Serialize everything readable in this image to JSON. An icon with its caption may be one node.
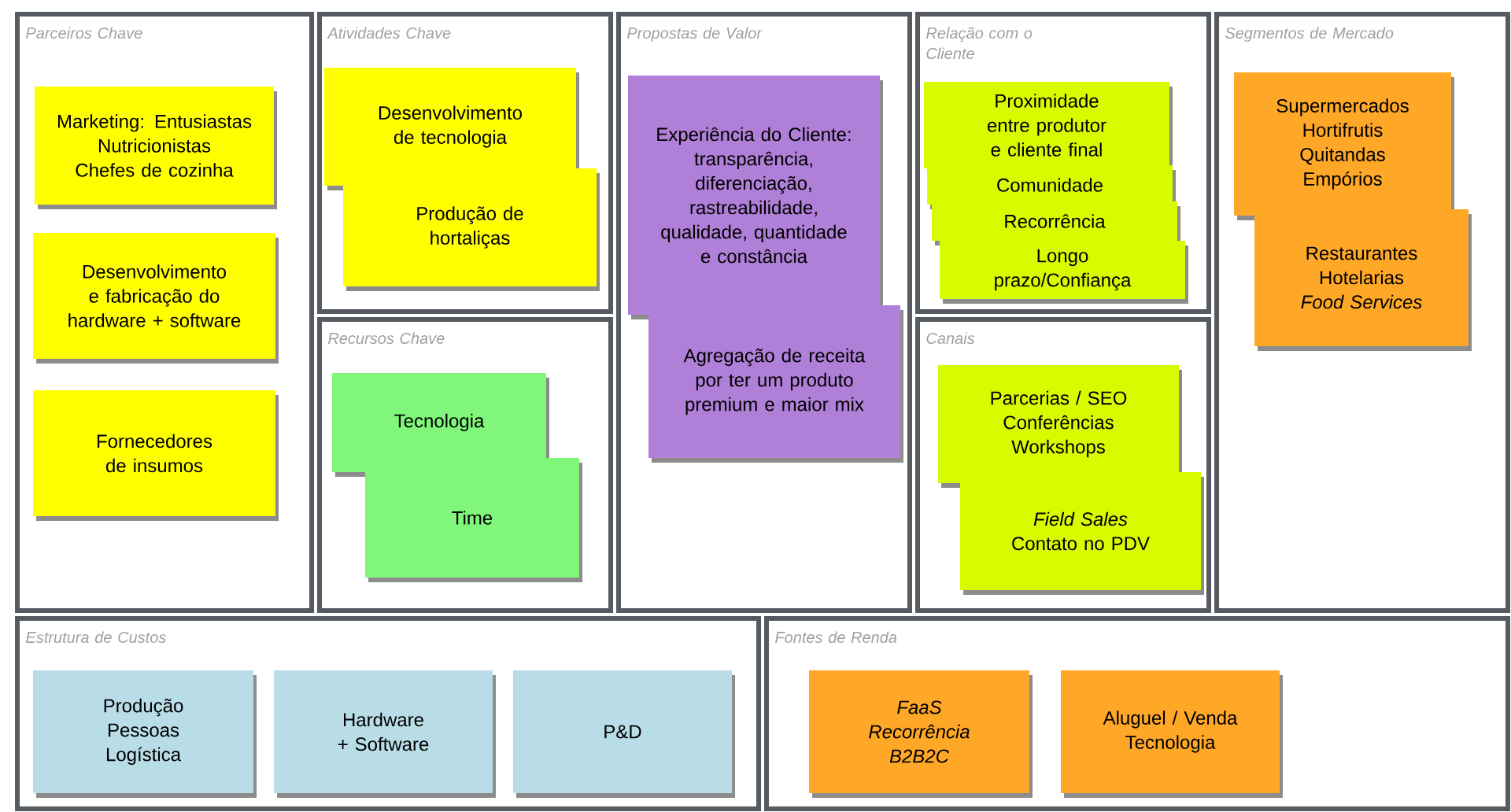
{
  "diagram": {
    "nodes": [
      {
        "text": [
          "Parceiros Chave"
        ]
      },
      {
        "text": [
          "Marketing: Entusiastas Nutricionistas Chefes de cozinha"
        ],
        "in": 0
      },
      {
        "text": [
          "Desenvolvimento e fabricação do hardware + software"
        ],
        "in": 0
      },
      {
        "text": [
          "Fornecedores de insumos"
        ],
        "in": 0
      },
      {
        "text": [
          "Atividades Chave"
        ]
      },
      {
        "text": [
          "Desenvolvimento de tecnologia"
        ],
        "in": 4
      },
      {
        "text": [
          "Produção de hortaliças"
        ],
        "in": 4
      },
      {
        "text": [
          "Recursos Chave"
        ]
      },
      {
        "text": [
          "Tecnologia"
        ],
        "in": 7
      },
      {
        "text": [
          "Time"
        ],
        "in": 7
      },
      {
        "text": [
          "Propostas de Valor"
        ]
      },
      {
        "text": [
          "Experiência do Cliente: transparência, diferenciação, rastreabilidade, qualidade, quantidade e constância"
        ],
        "in": 10
      },
      {
        "text": [
          "Agregação de receita por ter um produto premium e maior mix"
        ],
        "in": 10
      },
      {
        "text": [
          "Relação com o Cliente"
        ]
      },
      {
        "text": [
          "Proximidade entre produtor e cliente final"
        ],
        "in": 13
      },
      {
        "text": [
          "Comunidade"
        ],
        "in": 13
      },
      {
        "text": [
          "Recorrência"
        ],
        "in": 13
      },
      {
        "text": [
          "Longo prazo/Confiança"
        ],
        "in": 13
      },
      {
        "text": [
          "Canais"
        ]
      },
      {
        "text": [
          "Parcerias / SEO Conferências Workshops"
        ],
        "in": 18
      },
      {
        "text": [
          "*Field Sales* Contato no PDV"
        ],
        "in": 18
      },
      {
        "text": [
          "Segmentos de Mercado"
        ]
      },
      {
        "text": [
          "Supermercados Hortifrutis Quitandas Empórios"
        ],
        "in": 21
      },
      {
        "text": [
          "Restaurantes Hotelarias *Food Services*"
        ],
        "in": 21
      },
      {
        "text": [
          "Estrutura de Custos"
        ]
      },
      {
        "text": [
          "Produção Pessoas Logística"
        ],
        "in": 24
      },
      {
        "text": [
          "Hardware + Software"
        ],
        "in": 24
      },
      {
        "text": [
          "P&D"
        ],
        "in": 24
      },
      {
        "text": [
          "Fontes de Renda"
        ]
      },
      {
        "text": [
          "FaaS Recorrência B2B2C"
        ],
        "in": 28
      },
      {
        "text": [
          "Aluguel / Venda Tecnologia"
        ],
        "in": 28
      }
    ]
  }
}
